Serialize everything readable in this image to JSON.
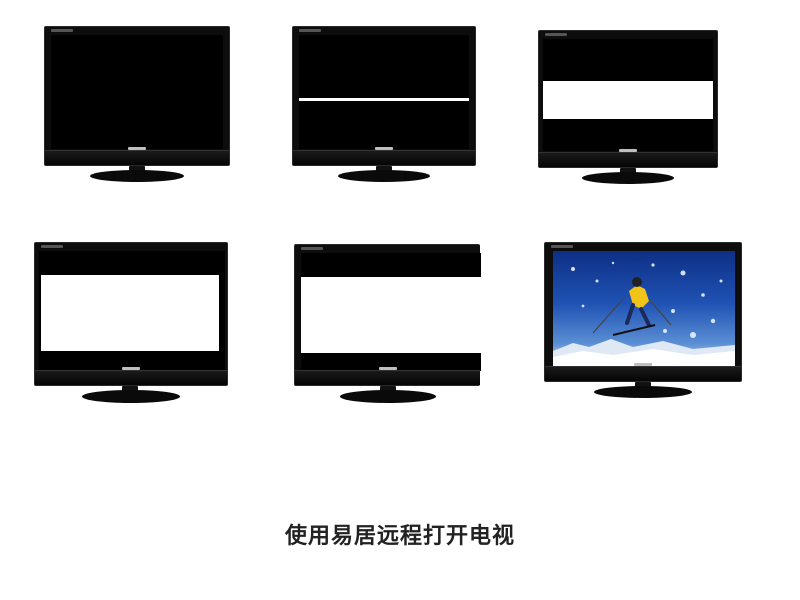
{
  "caption": "使用易居远程打开电视",
  "tvs": [
    {
      "state": "off"
    },
    {
      "state": "thin-line"
    },
    {
      "state": "opening-band"
    },
    {
      "state": "wide-band"
    },
    {
      "state": "wide-band"
    },
    {
      "state": "on",
      "picture": "skier-in-snow"
    }
  ],
  "colors": {
    "screen": "#000000",
    "frame": "#0d0d0d",
    "band": "#ffffff",
    "sky": "#1f52b3"
  }
}
